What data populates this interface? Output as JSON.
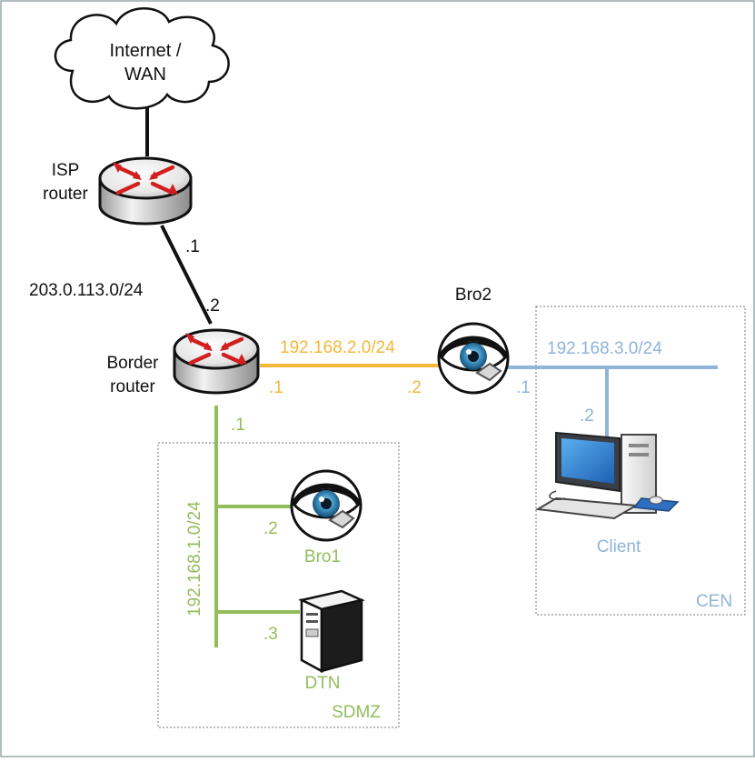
{
  "nodes": {
    "internet": {
      "label_line1": "Internet /",
      "label_line2": "WAN"
    },
    "isp_router": {
      "label_line1": "ISP",
      "label_line2": "router"
    },
    "border_router": {
      "label_line1": "Border",
      "label_line2": "router"
    },
    "bro2": {
      "label": "Bro2"
    },
    "bro1": {
      "label": "Bro1"
    },
    "dtn": {
      "label": "DTN"
    },
    "client": {
      "label": "Client"
    }
  },
  "networks": {
    "wan": {
      "subnet": "203.0.113.0/24",
      "isp_host": ".1",
      "border_host": ".2"
    },
    "net2": {
      "subnet": "192.168.2.0/24",
      "border_host": ".1",
      "bro2_host": ".2",
      "color": "#f2b83a"
    },
    "net3": {
      "subnet": "192.168.3.0/24",
      "bro2_host": ".1",
      "client_host": ".2",
      "color": "#8fb3d9"
    },
    "net1": {
      "subnet": "192.168.1.0/24",
      "border_host": ".1",
      "bro1_host": ".2",
      "dtn_host": ".3",
      "color": "#92bd5a"
    }
  },
  "zones": {
    "cen": {
      "label": "CEN"
    },
    "sdmz": {
      "label": "SDMZ"
    }
  }
}
